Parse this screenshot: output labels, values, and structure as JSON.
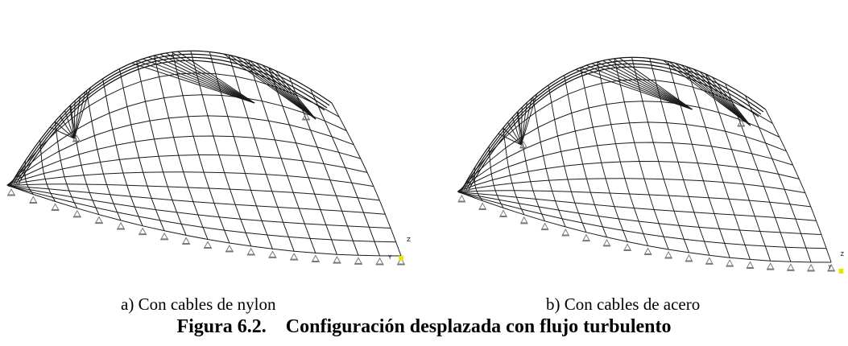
{
  "panels": [
    {
      "id": "a",
      "caption": "a) Con cables de nylon"
    },
    {
      "id": "b",
      "caption": "b) Con cables de acero"
    }
  ],
  "figure": {
    "label": "Figura 6.2.",
    "title": "Configuración desplazada con flujo turbulento"
  },
  "axis_marker": {
    "x": "Y",
    "y": "Z",
    "highlight_color": "#e6e600"
  },
  "colors": {
    "mesh": "#1a1a1a",
    "support": "#777777",
    "background": "#ffffff"
  }
}
